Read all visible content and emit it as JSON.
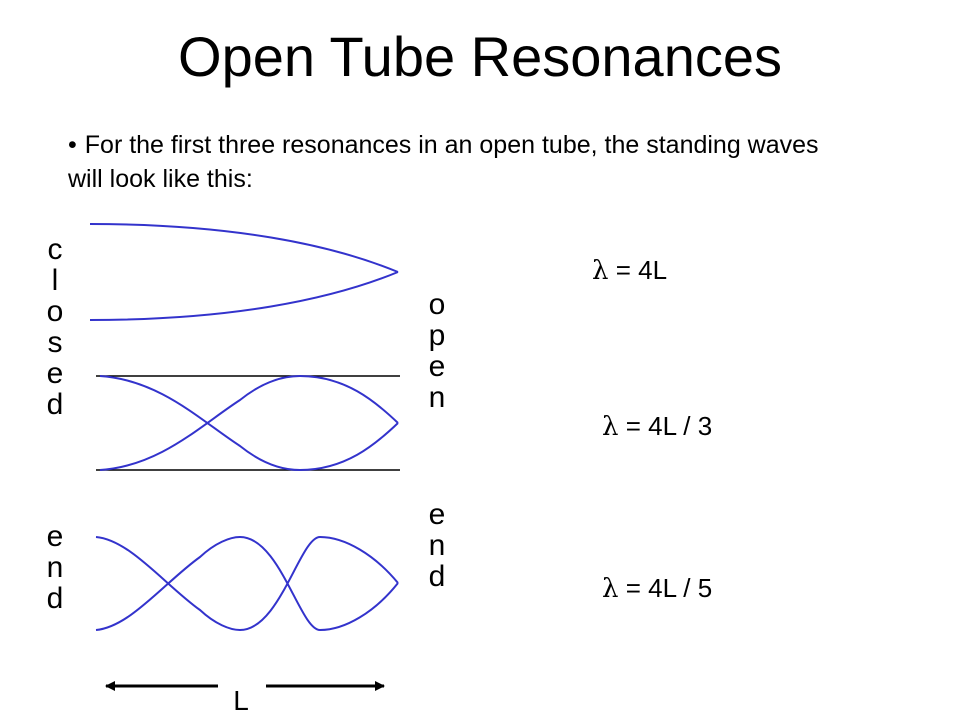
{
  "slide": {
    "title": "Open Tube Resonances",
    "bullet_marker": "•",
    "bullet_text": "For the first three resonances in an open tube, the standing waves will look like this:"
  },
  "labels": {
    "left_word_1": [
      "c",
      "l",
      "o",
      "s",
      "e",
      "d"
    ],
    "left_word_2": [
      "e",
      "n",
      "d"
    ],
    "right_word_1": [
      "o",
      "p",
      "e",
      "n"
    ],
    "right_word_2": [
      "e",
      "n",
      "d"
    ],
    "length": "L"
  },
  "formulas": [
    {
      "symbol": "λ",
      "text": " = 4L"
    },
    {
      "symbol": "λ",
      "text": " = 4L / 3"
    },
    {
      "symbol": "λ",
      "text": " = 4L / 5"
    }
  ],
  "colors": {
    "wave": "#3333cc",
    "line": "#000000"
  }
}
